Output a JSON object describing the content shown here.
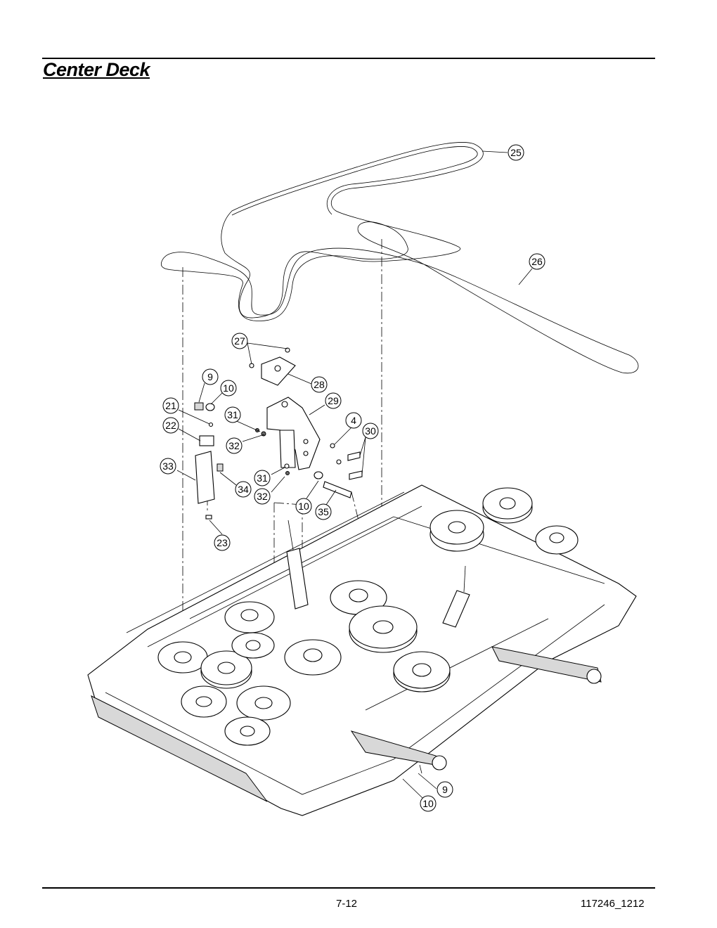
{
  "page": {
    "title": "Center Deck",
    "page_number": "7-12",
    "doc_number": "117246_1212"
  },
  "callouts": [
    {
      "label": "25"
    },
    {
      "label": "26"
    },
    {
      "label": "27"
    },
    {
      "label": "28"
    },
    {
      "label": "9"
    },
    {
      "label": "10"
    },
    {
      "label": "29"
    },
    {
      "label": "21"
    },
    {
      "label": "31"
    },
    {
      "label": "22"
    },
    {
      "label": "4"
    },
    {
      "label": "30"
    },
    {
      "label": "32"
    },
    {
      "label": "33"
    },
    {
      "label": "31"
    },
    {
      "label": "34"
    },
    {
      "label": "32"
    },
    {
      "label": "10"
    },
    {
      "label": "35"
    },
    {
      "label": "23"
    },
    {
      "label": "9"
    },
    {
      "label": "10"
    }
  ]
}
